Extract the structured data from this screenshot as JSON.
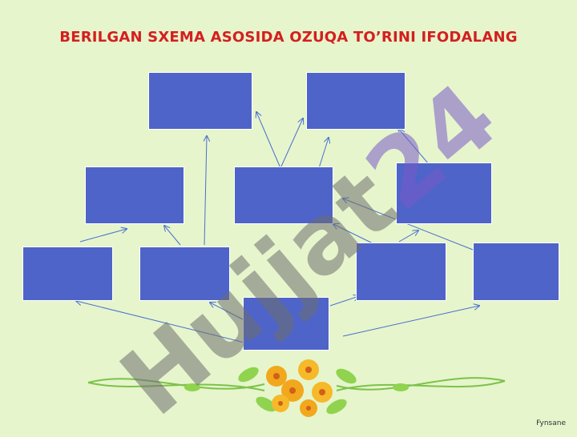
{
  "title": "BERILGAN SXEMA ASOSIDA OZUQA TO’RINI IFODALANG",
  "watermark": {
    "text": "Hujjat",
    "number": "24"
  },
  "logo": "Fynsane",
  "colors": {
    "title": "#d41f1f",
    "box": "#4f64c8",
    "background": "#e6f5cc",
    "arrow": "#4a6fd0"
  }
}
